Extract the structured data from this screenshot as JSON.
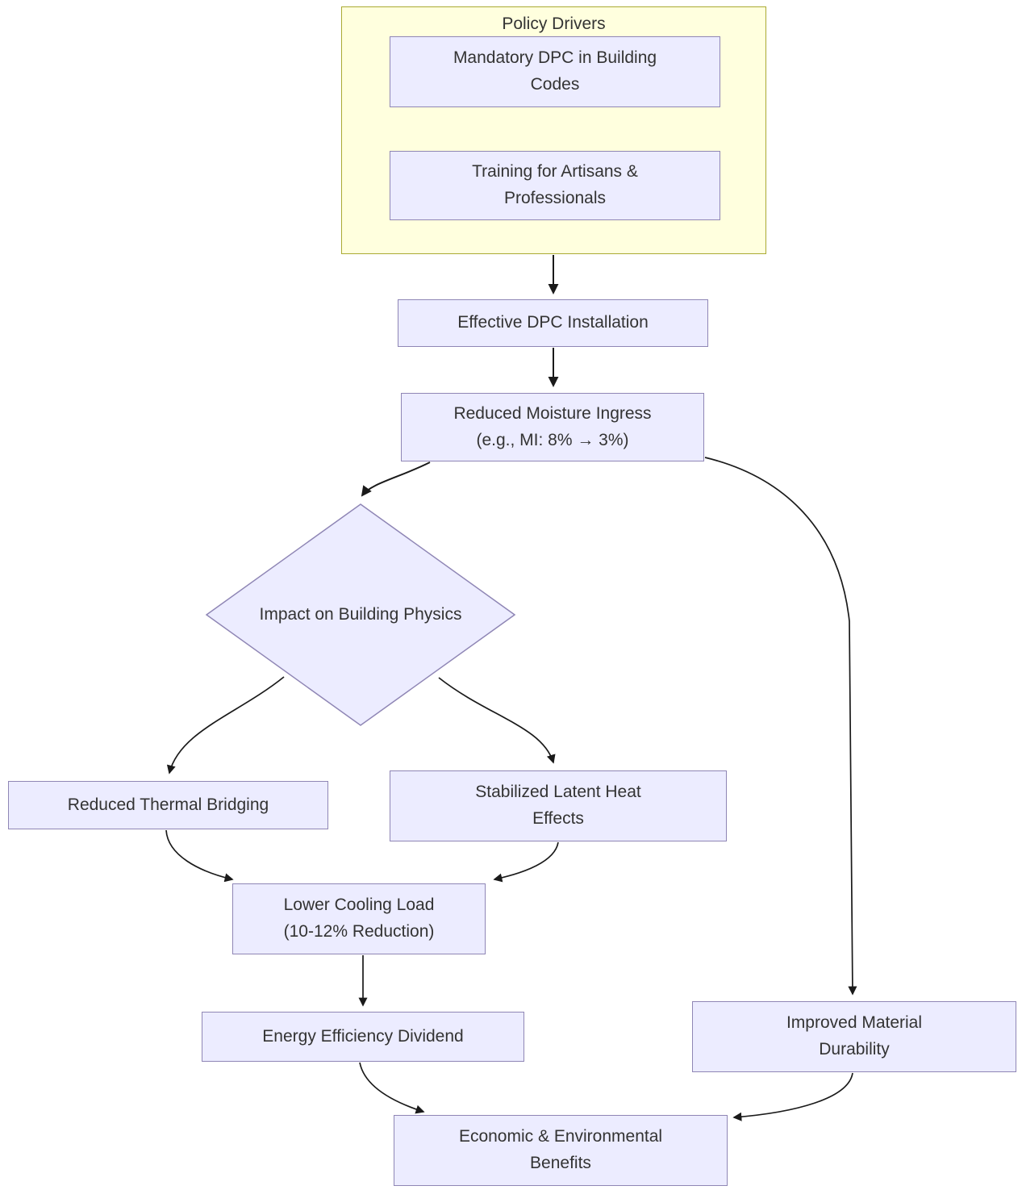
{
  "diagram": {
    "type": "flowchart",
    "colors": {
      "background": "#ffffff",
      "node_fill": "#ececff",
      "node_border": "#8f86b5",
      "cluster_fill": "#ffffde",
      "cluster_border": "#aaaa33",
      "edge_color": "#333333",
      "text_color": "#333333"
    },
    "cluster": {
      "label": "Policy Drivers"
    },
    "nodes": {
      "mandatory_dpc": {
        "line1": "Mandatory DPC in Building",
        "line2": "Codes"
      },
      "training": {
        "line1": "Training for Artisans &",
        "line2": "Professionals"
      },
      "effective_install": {
        "line1": "Effective DPC Installation"
      },
      "reduced_moisture": {
        "line1": "Reduced Moisture Ingress",
        "line2": "(e.g., MI: 8% → 3%)"
      },
      "impact_physics": {
        "line1": "Impact on Building Physics"
      },
      "thermal_bridging": {
        "line1": "Reduced Thermal Bridging"
      },
      "latent_heat": {
        "line1": "Stabilized Latent Heat",
        "line2": "Effects"
      },
      "cooling_load": {
        "line1": "Lower Cooling Load",
        "line2": "(10-12% Reduction)"
      },
      "energy_dividend": {
        "line1": "Energy Efficiency Dividend"
      },
      "material_durability": {
        "line1": "Improved Material",
        "line2": "Durability"
      },
      "benefits": {
        "line1": "Economic & Environmental",
        "line2": "Benefits"
      }
    },
    "edges": [
      {
        "from": "policy-drivers",
        "to": "effective-dpc-installation"
      },
      {
        "from": "effective-dpc-installation",
        "to": "reduced-moisture-ingress"
      },
      {
        "from": "reduced-moisture-ingress",
        "to": "impact-on-building-physics"
      },
      {
        "from": "reduced-moisture-ingress",
        "to": "improved-material-durability"
      },
      {
        "from": "impact-on-building-physics",
        "to": "reduced-thermal-bridging"
      },
      {
        "from": "impact-on-building-physics",
        "to": "stabilized-latent-heat-effects"
      },
      {
        "from": "reduced-thermal-bridging",
        "to": "lower-cooling-load"
      },
      {
        "from": "stabilized-latent-heat-effects",
        "to": "lower-cooling-load"
      },
      {
        "from": "lower-cooling-load",
        "to": "energy-efficiency-dividend"
      },
      {
        "from": "energy-efficiency-dividend",
        "to": "economic-environmental-benefits"
      },
      {
        "from": "improved-material-durability",
        "to": "economic-environmental-benefits"
      }
    ]
  }
}
